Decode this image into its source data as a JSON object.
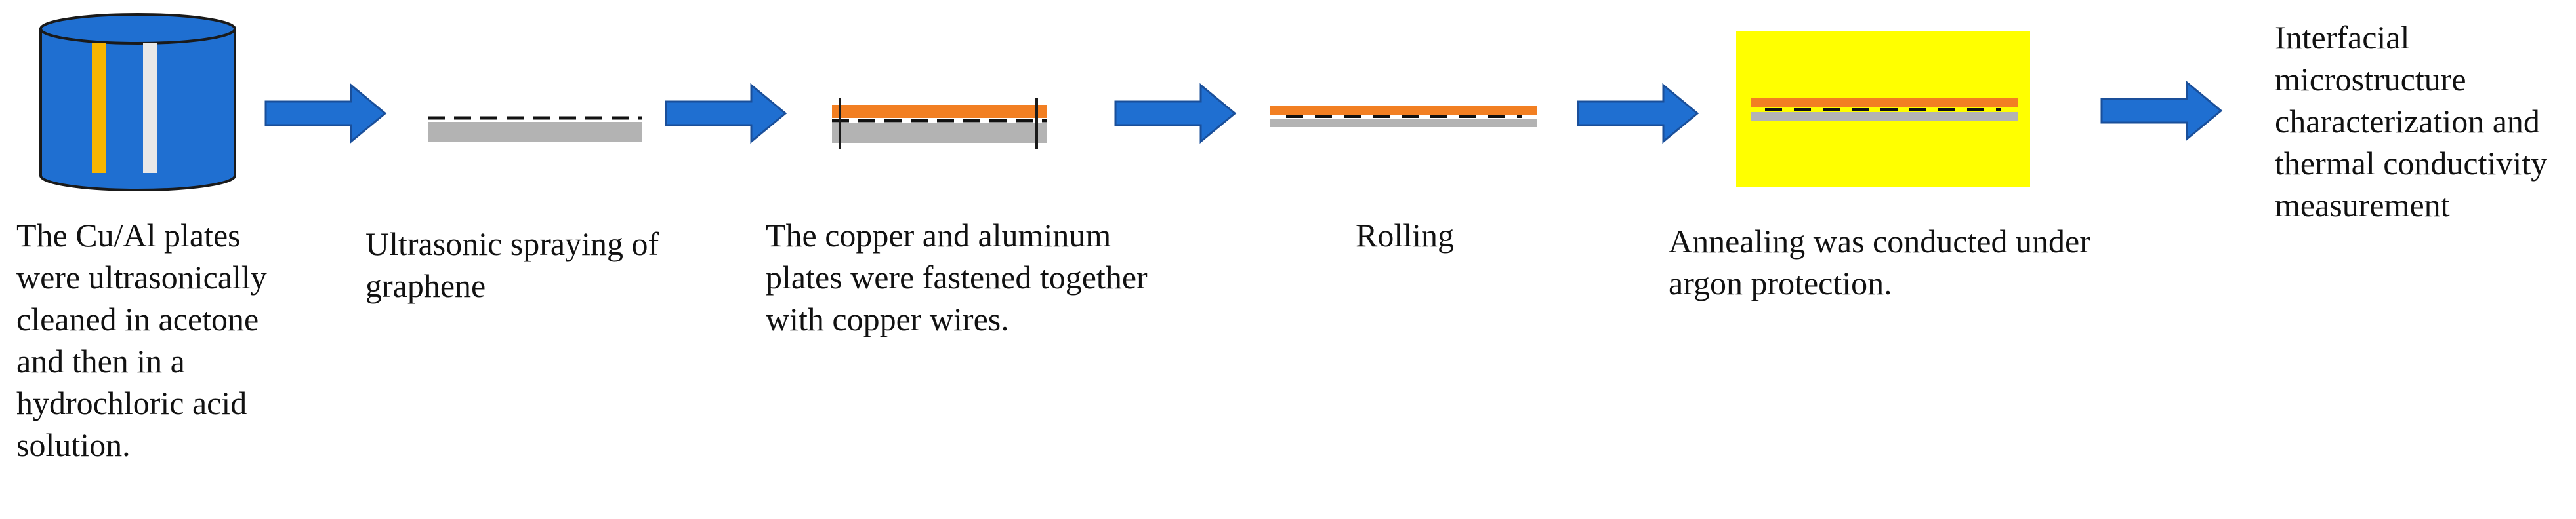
{
  "colors": {
    "beaker_blue": "#1f6fd1",
    "beaker_outline": "#1a1a1a",
    "copper_plate": "#f7b500",
    "aluminum_plate": "#e8e8e8",
    "arrow_fill": "#1f6fd1",
    "arrow_stroke": "#1a4f9a",
    "copper_layer": "#f27f22",
    "aluminum_layer": "#b3b3b3",
    "graphene": "#111111",
    "furnace_box": "#ffff00"
  },
  "steps": [
    {
      "icon": "beaker-with-cu-al-plates-icon",
      "caption": "The Cu/Al plates were ultrasonically cleaned in acetone and then in a hydrochloric acid solution."
    },
    {
      "icon": "graphene-on-aluminum-plate-icon",
      "caption": "Ultrasonic spraying of graphene"
    },
    {
      "icon": "fastened-cu-al-stack-icon",
      "caption": "The copper and aluminum plates were fastened together with copper wires."
    },
    {
      "icon": "rolled-cu-al-stack-icon",
      "caption": "Rolling"
    },
    {
      "icon": "annealing-furnace-icon",
      "caption": "Annealing was conducted under argon protection."
    },
    {
      "icon": "",
      "caption": "Interfacial microstructure characterization and thermal conductivity measurement"
    }
  ],
  "arrows": [
    {
      "icon": "right-arrow-icon"
    },
    {
      "icon": "right-arrow-icon"
    },
    {
      "icon": "right-arrow-icon"
    },
    {
      "icon": "right-arrow-icon"
    },
    {
      "icon": "right-arrow-icon"
    }
  ]
}
